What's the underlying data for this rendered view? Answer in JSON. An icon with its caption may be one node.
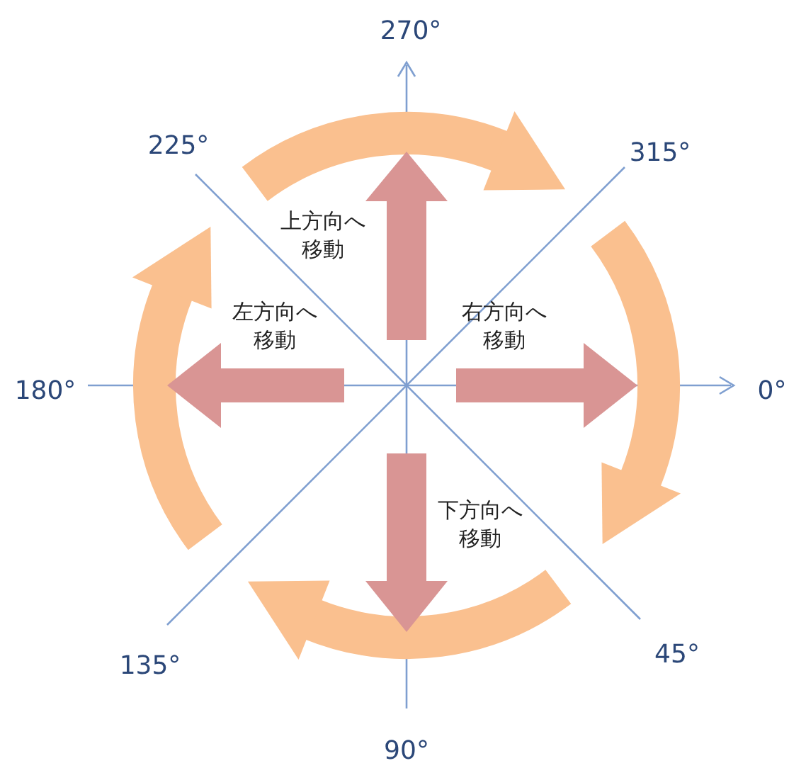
{
  "diagram": {
    "labels": [
      "270°",
      "225°",
      "315°",
      "上方向へ移動",
      "左方向へ移動",
      "右方向へ移動",
      "180°",
      "0°",
      "下方向へ移動",
      "135°",
      "45°",
      "90°"
    ]
  }
}
